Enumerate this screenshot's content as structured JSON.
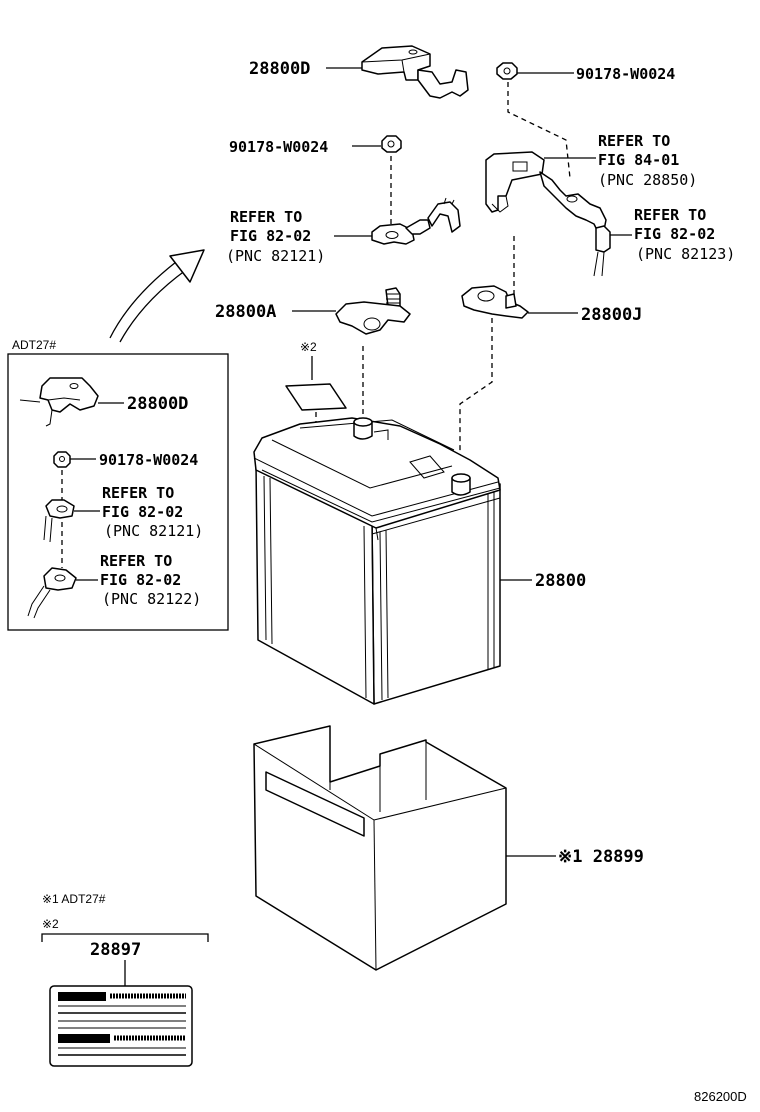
{
  "labels": {
    "p28800D_top": "28800D",
    "nut_top_right": "90178-W0024",
    "refer_8401_line1": "REFER TO",
    "refer_8401_line2": "FIG 84-01",
    "refer_8401_line3": "(PNC 28850)",
    "nut_mid": "90178-W0024",
    "refer_82121_line1": "REFER TO",
    "refer_82121_line2": "FIG 82-02",
    "refer_82121_line3": "(PNC 82121)",
    "refer_82123_line1": "REFER TO",
    "refer_82123_line2": "FIG 82-02",
    "refer_82123_line3": "(PNC 82123)",
    "p28800A": "28800A",
    "p28800J": "28800J",
    "note2_mark": "※2",
    "battery": "28800",
    "tray": "※1 28899",
    "inset_title": "ADT27#",
    "inset_28800D": "28800D",
    "inset_nut": "90178-W0024",
    "inset_r1_line1": "REFER TO",
    "inset_r1_line2": "FIG 82-02",
    "inset_r1_line3": "(PNC 82121)",
    "inset_r2_line1": "REFER TO",
    "inset_r2_line2": "FIG 82-02",
    "inset_r2_line3": "(PNC 82122)",
    "legend_note1": "※1 ADT27#",
    "legend_note2": "※2",
    "label_part": "28897",
    "diagram_id": "826200D"
  }
}
